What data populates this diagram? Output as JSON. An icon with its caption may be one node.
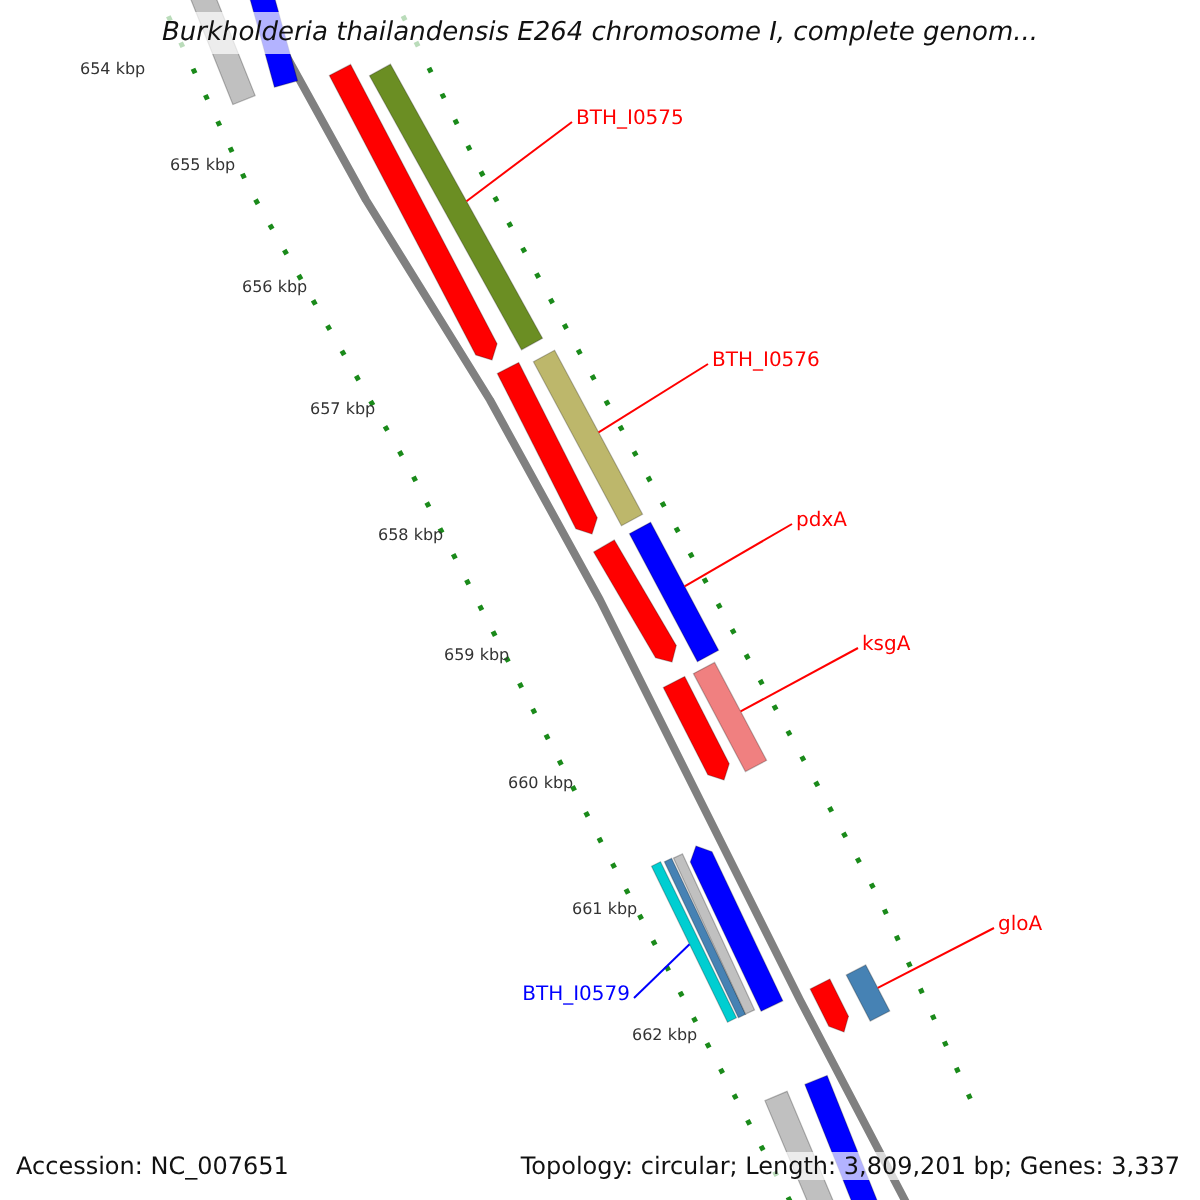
{
  "diagram": {
    "title": "Burkholderia thailandensis E264 chromosome I, complete genom...",
    "nodes": [
      {
        "text": [
          "BTH_I0575"
        ]
      },
      {
        "text": [],
        "shape": "bar"
      },
      {
        "text": [
          "BTH_I0576"
        ]
      },
      {
        "text": [],
        "shape": "bar"
      },
      {
        "text": [
          "pdxA"
        ]
      },
      {
        "text": [],
        "shape": "bar"
      },
      {
        "text": [
          "ksgA"
        ]
      },
      {
        "text": [],
        "shape": "bar"
      },
      {
        "text": [
          "gloA"
        ]
      },
      {
        "text": [],
        "shape": "bar"
      },
      {
        "text": [
          "BTH_I0579"
        ]
      },
      {
        "text": [],
        "shape": "bar"
      },
      {
        "text": [],
        "shape": "bar"
      },
      {
        "text": [],
        "shape": "bar"
      },
      {
        "text": [],
        "shape": "bar"
      },
      {
        "text": [],
        "shape": "bar"
      },
      {
        "text": [],
        "shape": "bar"
      },
      {
        "text": [],
        "shape": "bar"
      },
      {
        "text": [],
        "shape": "bar"
      },
      {
        "text": [],
        "shape": "bar"
      },
      {
        "text": [],
        "shape": "bar"
      },
      {
        "text": [],
        "shape": "bar"
      },
      {
        "text": [],
        "shape": "bar"
      },
      {
        "text": [],
        "shape": "bar"
      }
    ],
    "edges": [
      {
        "from": 0,
        "to": 1,
        "arrow": "none"
      },
      {
        "from": 2,
        "to": 3,
        "arrow": "none"
      },
      {
        "from": 4,
        "to": 5,
        "arrow": "none"
      },
      {
        "from": 6,
        "to": 7,
        "arrow": "none"
      },
      {
        "from": 8,
        "to": 9,
        "arrow": "none"
      },
      {
        "from": 10,
        "to": 11,
        "arrow": "none",
        "color": "#0000ff"
      }
    ],
    "labels": [
      "654 kbp",
      "655 kbp",
      "656 kbp",
      "657 kbp",
      "658 kbp",
      "659 kbp",
      "660 kbp",
      "661 kbp",
      "662 kbp",
      "Accession: NC_007651",
      "Topology: circular; Length: 3,809,201 bp; Genes: 3,337"
    ]
  }
}
